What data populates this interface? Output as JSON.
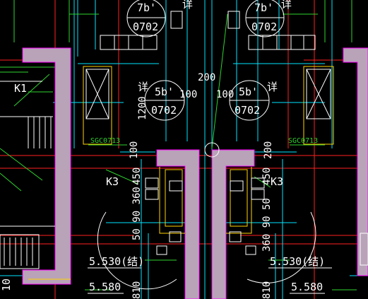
{
  "drawing": {
    "symbol_labels": {
      "top_left_ref": "7b'",
      "top_left_sheet": "0702",
      "top_right_ref": "7b'",
      "top_right_sheet": "0702",
      "mid_left_ref": "5b'",
      "mid_left_sheet": "0702",
      "mid_right_ref": "5b'",
      "mid_right_sheet": "0702",
      "detail_mark": "详"
    },
    "dimensions": {
      "center_width": "200",
      "left_offset": "100",
      "right_offset": "100",
      "shaft_height": "1200",
      "vertical_run": "450",
      "vertical_run_left": "50 90 360",
      "vertical_run_right": "360 90 50",
      "lower_left": "810",
      "lower_right": "810"
    },
    "tags": {
      "left_room": "K1",
      "left_vent": "K3",
      "right_vent": "K3",
      "left_sheet_ref": "SGC0713",
      "right_sheet_ref": "SGC0713"
    },
    "elevations": {
      "left_structural": "5.530(结)",
      "right_structural": "5.530(结)",
      "left_finish": "5.580",
      "right_finish": "5.580",
      "left_edge_value": "10"
    },
    "colors": {
      "background": "#000000",
      "wall_fill": "#b8a3b8",
      "wall_outline": "#ff00ff",
      "grid_cyan": "#00e5ff",
      "leader_green": "#2fd32f",
      "axis_red": "#ff2020",
      "frame_yellow": "#ffd400",
      "text_white": "#ffffff"
    }
  }
}
